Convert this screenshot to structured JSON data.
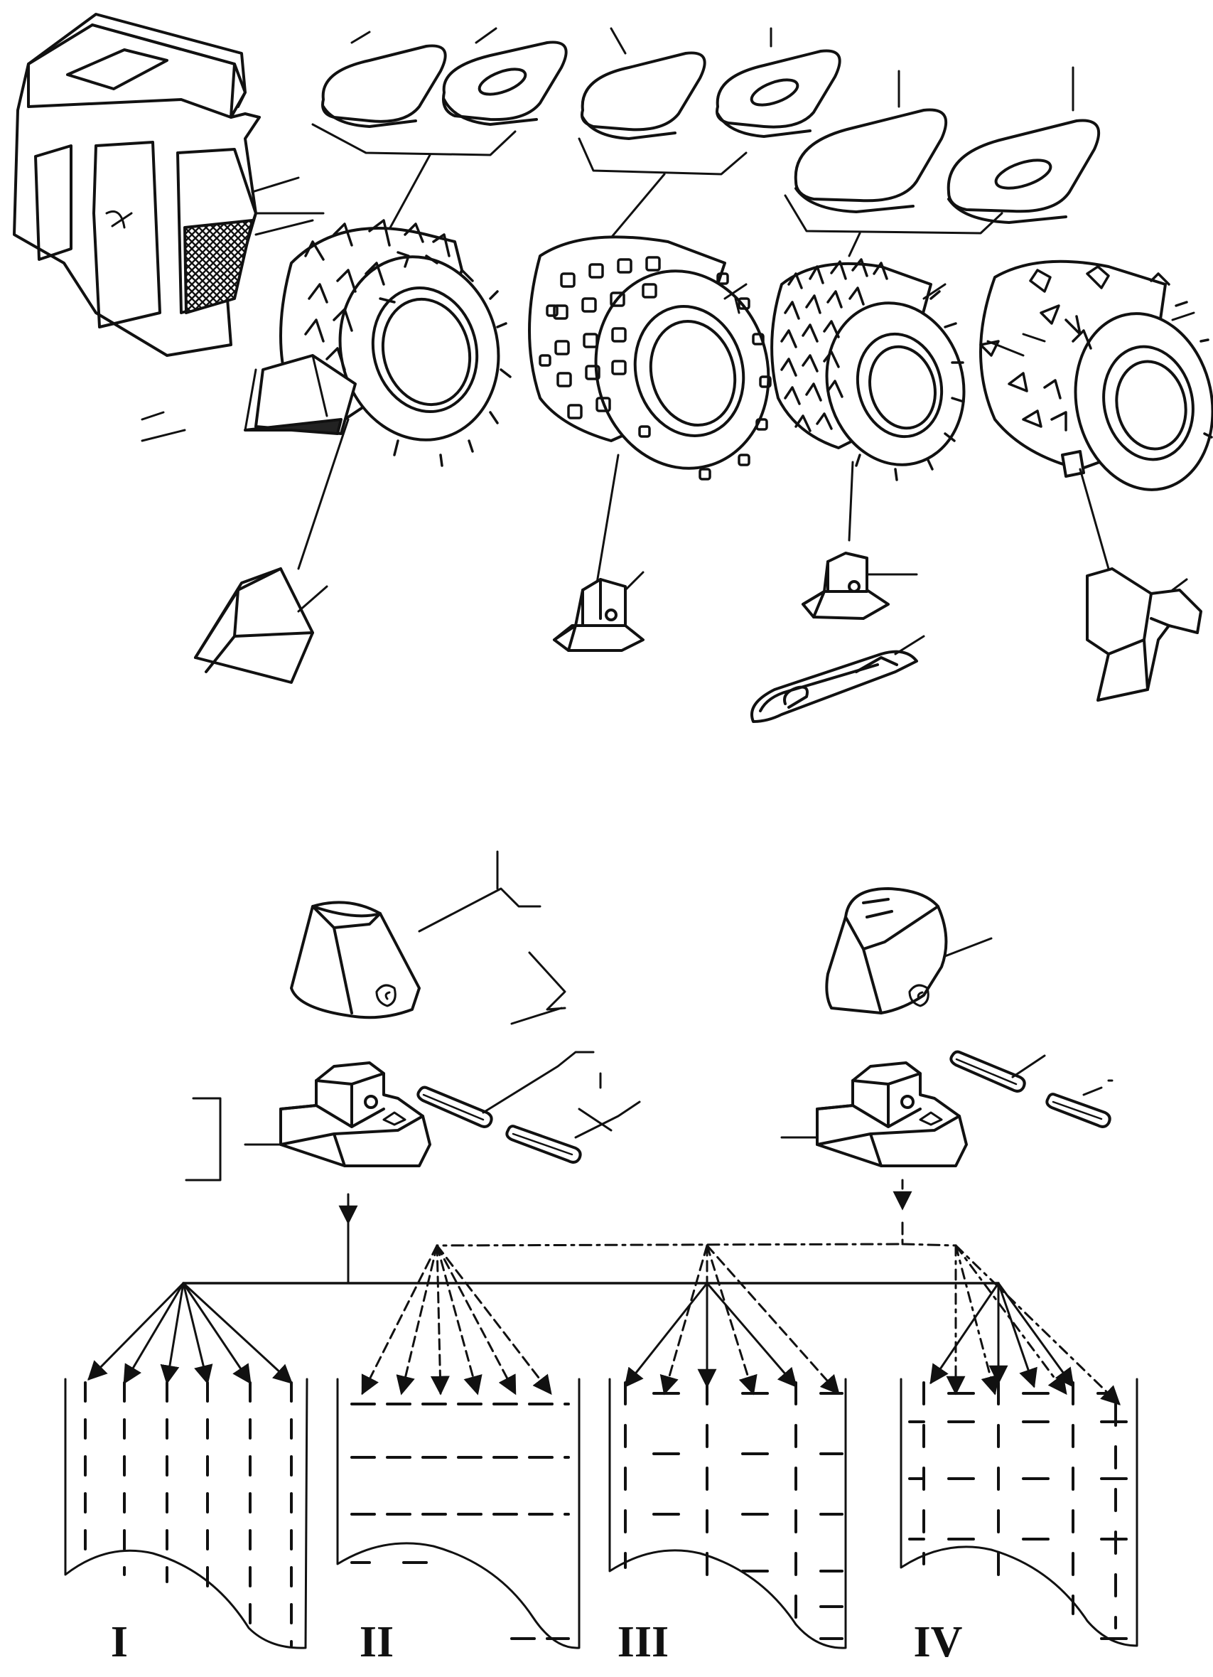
{
  "diagram": {
    "patterns": [
      {
        "id": "I",
        "label": "I"
      },
      {
        "id": "II",
        "label": "II"
      },
      {
        "id": "III",
        "label": "III"
      },
      {
        "id": "IV",
        "label": "IV"
      }
    ],
    "icons": [
      "cab-icon",
      "wear-plate-icon",
      "drum-icon",
      "tip-icon",
      "base-icon",
      "pin-icon"
    ],
    "colors": {
      "ink": "#111111",
      "paper": "#ffffff",
      "shade": "#555555"
    }
  }
}
